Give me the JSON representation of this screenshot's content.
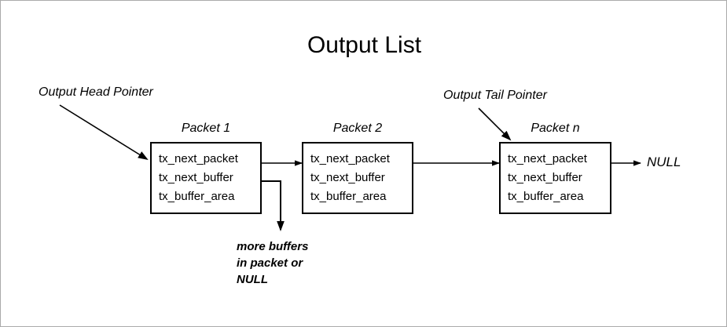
{
  "diagram": {
    "title": "Output List",
    "fields": [
      "tx_next_packet",
      "tx_next_buffer",
      "tx_buffer_area"
    ],
    "packets": [
      {
        "label": "Packet 1"
      },
      {
        "label": "Packet 2"
      },
      {
        "label": "Packet n"
      }
    ],
    "annotations": {
      "head_pointer": "Output Head Pointer",
      "tail_pointer": "Output Tail Pointer",
      "null_terminator": "NULL",
      "more_buffers_line1": "more buffers",
      "more_buffers_line2": "in packet or",
      "more_buffers_line3": "NULL"
    },
    "colors": {
      "stroke": "#000000",
      "background": "#ffffff",
      "frame_border": "#aaaaaa"
    }
  }
}
